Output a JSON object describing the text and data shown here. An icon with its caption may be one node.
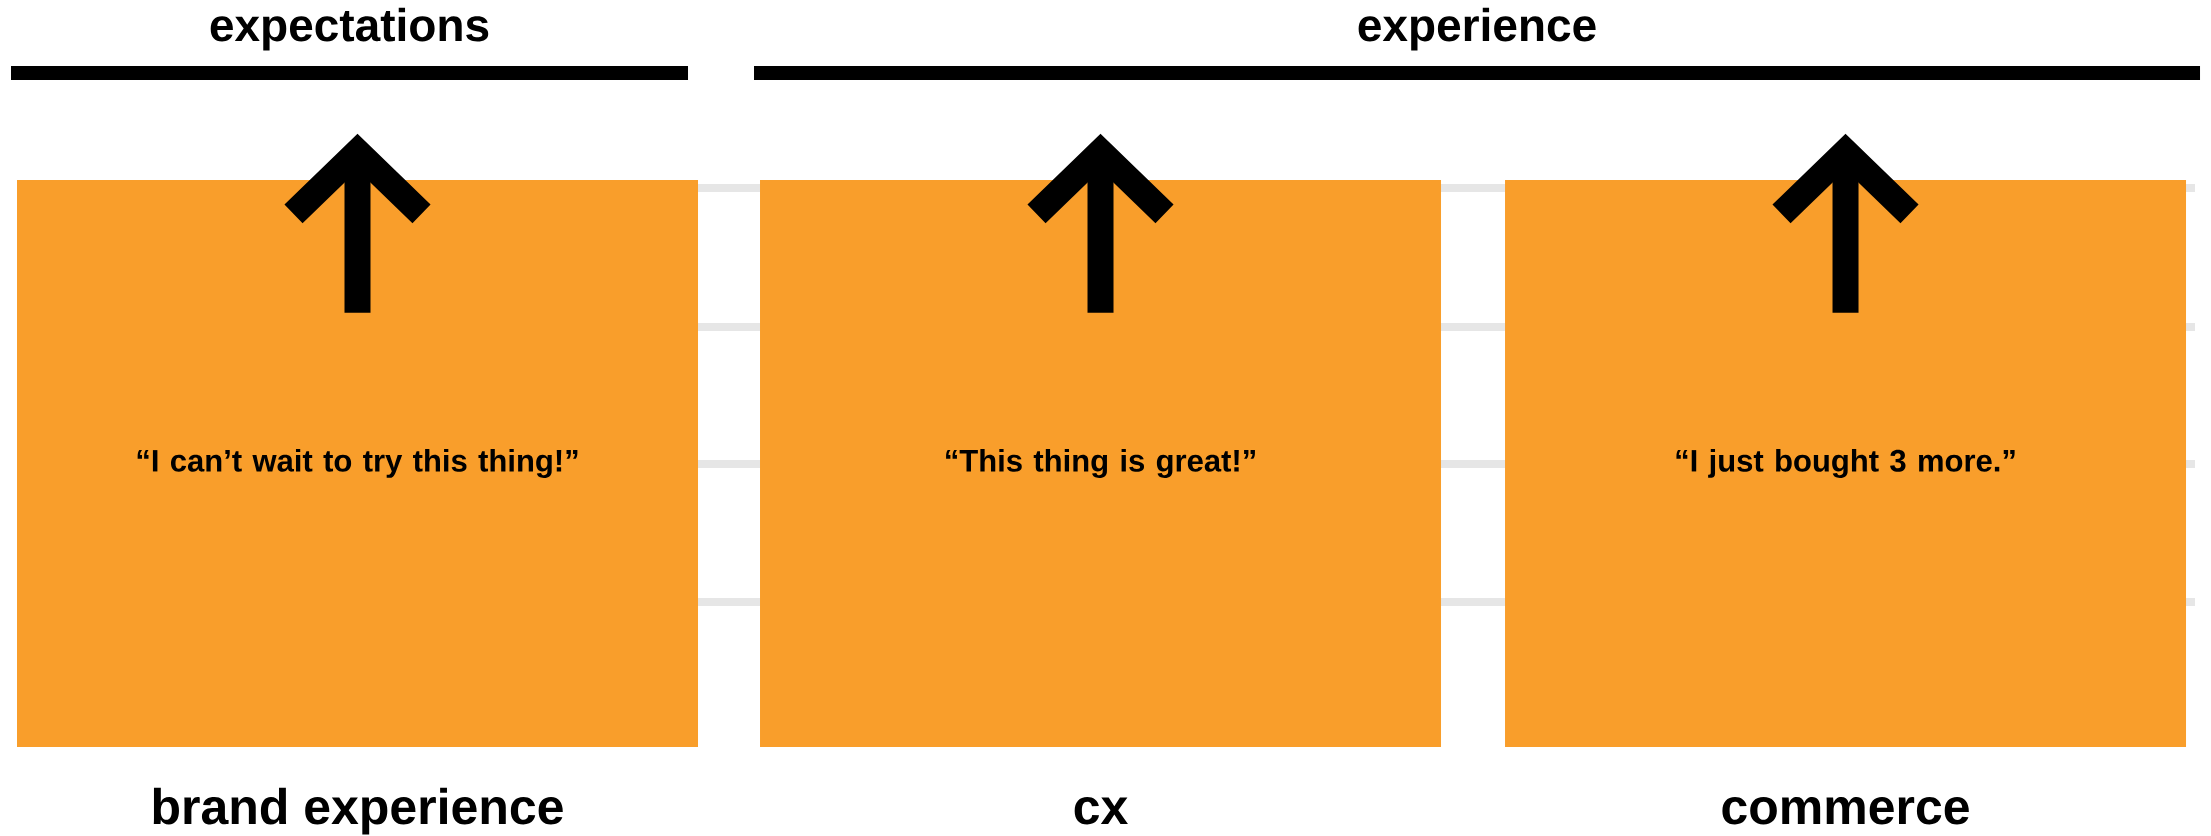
{
  "diagram": {
    "nodes": [
      {
        "text": [
          "expectations"
        ]
      },
      {
        "text": [
          "experience"
        ]
      },
      {
        "text": [
          "“I can’t wait to try this thing!”"
        ],
        "beside": [
          "brand experience"
        ]
      },
      {
        "text": [
          "“This thing is great!”"
        ],
        "beside": [
          "cx"
        ]
      },
      {
        "text": [
          "“I just bought 3 more.”"
        ],
        "beside": [
          "commerce"
        ]
      }
    ],
    "edges": [
      {
        "from": 2,
        "to": null,
        "arrow": "to"
      },
      {
        "from": 3,
        "to": null,
        "arrow": "to"
      },
      {
        "from": 4,
        "to": null,
        "arrow": "to"
      }
    ]
  }
}
